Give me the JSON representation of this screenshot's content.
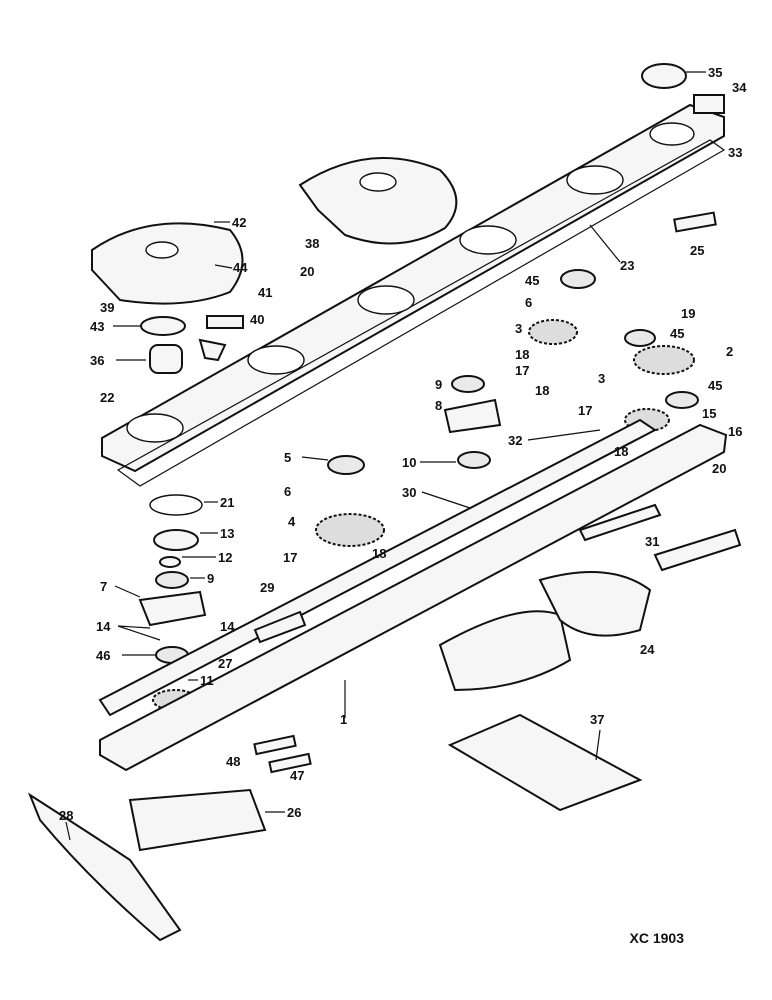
{
  "drawing": {
    "reference": "XC 1903",
    "callouts": [
      "35",
      "34",
      "33",
      "42",
      "44",
      "38",
      "25",
      "23",
      "20",
      "39",
      "41",
      "45",
      "6",
      "19",
      "43",
      "40",
      "3",
      "45",
      "2",
      "36",
      "18",
      "17",
      "18",
      "9",
      "45",
      "8",
      "3",
      "15",
      "22",
      "32",
      "16",
      "17",
      "18",
      "20",
      "5",
      "10",
      "6",
      "30",
      "21",
      "4",
      "31",
      "13",
      "17",
      "18",
      "12",
      "9",
      "7",
      "29",
      "14",
      "14",
      "24",
      "46",
      "27",
      "11",
      "1",
      "37",
      "48",
      "47",
      "26",
      "28"
    ]
  }
}
